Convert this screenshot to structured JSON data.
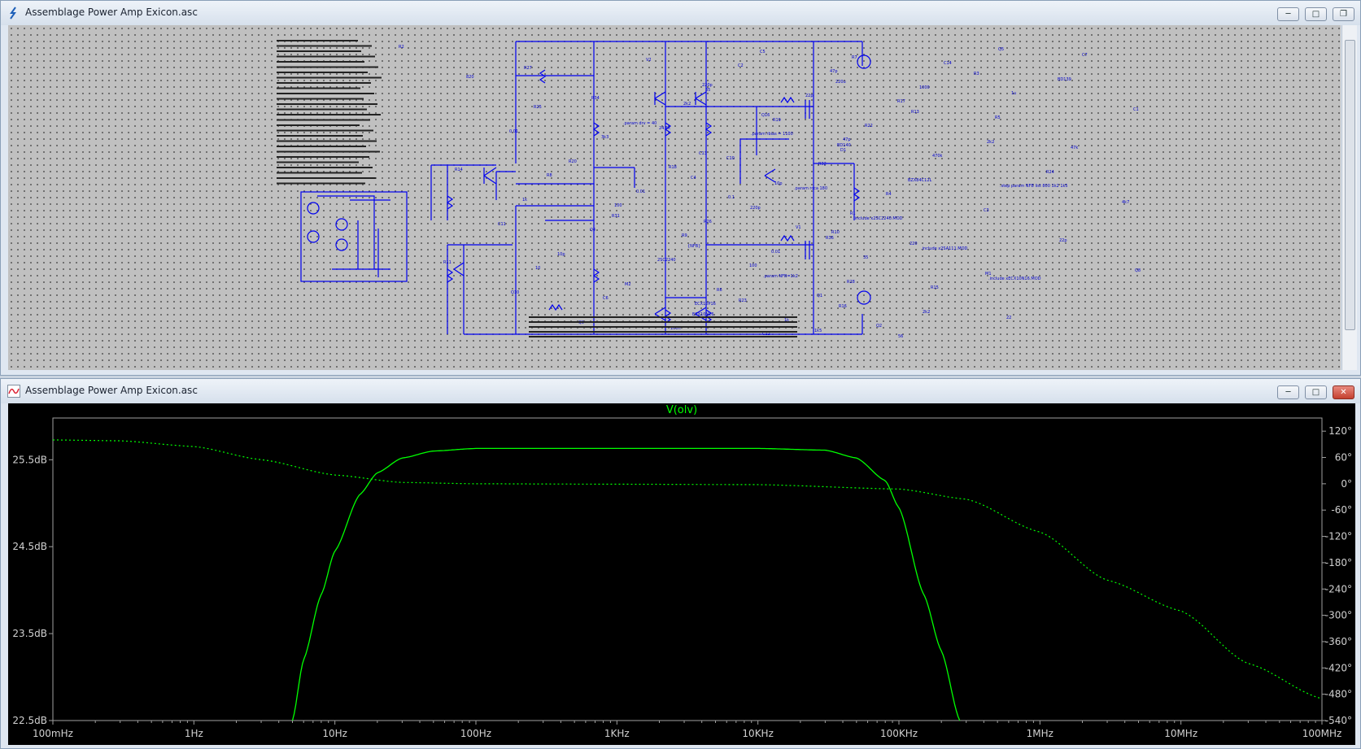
{
  "schematic_window": {
    "title": "Assemblage Power Amp Exicon.asc",
    "icon": "ltspice-schematic-icon",
    "labels": [
      "R2",
      "820",
      "R25",
      "3k3",
      "R18",
      "0.1",
      "V1",
      "35",
      "R15",
      "22",
      "C7",
      "220p",
      "Q16",
      "BD140",
      "R8",
      "100",
      "R9",
      "100",
      "Q1",
      "Q2",
      "C14",
      "1u",
      ".param drv = 40",
      "C13",
      "10p",
      "R1",
      "220",
      "M1",
      "ECX10P16",
      "C12",
      "47p",
      "R17",
      "0.01",
      "R20",
      "0.01",
      "R26",
      "0.01",
      "R28",
      "2k2",
      "Q5",
      "BD139",
      "C1",
      "47p",
      "R14",
      "1k",
      "Q4",
      "2SC2240",
      "R6",
      "1k",
      "R7",
      "1000",
      "R5",
      "47k",
      "C4",
      "220p",
      "R36",
      "10",
      "C6",
      "100n",
      "C2",
      "22p",
      "R22",
      "470k",
      ".step param NFB list 800 1k2 1k5",
      "R31",
      "{NFB}",
      ".param NFB=1k2",
      "R16",
      "56",
      "R3",
      "2k2",
      ".param rbias = 1100",
      "R32",
      "R4",
      "C11",
      "10p",
      "M2",
      "ECX10N16",
      "C5",
      "220u",
      "R13",
      "2k2",
      "R24",
      "4k7",
      "R10",
      "R11",
      "Q10",
      "Q9",
      "V2",
      "35",
      "R19",
      "D1",
      "BZX84C12L",
      "C3",
      "22p",
      "Q8",
      "R23",
      "1k5",
      "R27",
      "R34",
      "24.5k",
      "C10",
      ".param rcca 180",
      ".include x2SC2240.MOD",
      ".include x2SA111.MOD",
      ".include xECX10N16.MOD"
    ]
  },
  "plot_window": {
    "title": "Assemblage Power Amp Exicon.asc",
    "icon": "waveform-plot-icon",
    "buttons": {
      "minimize": "─",
      "maximize": "□",
      "close": "✕"
    }
  },
  "chart_data": {
    "type": "line",
    "title": "V(olv)",
    "x_scale": "log",
    "x_ticks": [
      "100mHz",
      "1Hz",
      "10Hz",
      "100Hz",
      "1KHz",
      "10KHz",
      "100KHz",
      "1MHz",
      "10MHz",
      "100MHz"
    ],
    "x_range_hz": [
      0.1,
      100000000
    ],
    "y_left_ticks": [
      "25.5dB",
      "24.5dB",
      "23.5dB",
      "22.5dB"
    ],
    "y_left_range_db": [
      22.5,
      25.98
    ],
    "y_right_ticks": [
      "120°",
      "60°",
      "0°",
      "-60°",
      "-120°",
      "-180°",
      "-240°",
      "-300°",
      "-360°",
      "-420°",
      "-480°",
      "-540°"
    ],
    "y_right_range_deg": [
      -540,
      150
    ],
    "line_color": "#00ff00",
    "series": [
      {
        "name": "magnitude",
        "style": "solid",
        "axis": "left",
        "x": [
          5,
          6,
          8,
          10,
          15,
          20,
          30,
          50,
          100,
          1000,
          10000,
          30000,
          50000,
          80000,
          100000,
          150000,
          200000,
          270000
        ],
        "y": [
          22.5,
          23.2,
          23.95,
          24.45,
          25.1,
          25.35,
          25.52,
          25.6,
          25.63,
          25.63,
          25.63,
          25.61,
          25.52,
          25.26,
          24.95,
          23.95,
          23.3,
          22.5
        ]
      },
      {
        "name": "phase",
        "style": "dotted",
        "axis": "right",
        "x": [
          0.1,
          0.3,
          1,
          3,
          10,
          30,
          100,
          1000,
          10000,
          100000,
          300000,
          1000000,
          3000000,
          10000000,
          30000000,
          100000000
        ],
        "y": [
          100,
          98,
          85,
          55,
          20,
          3,
          0,
          -1,
          -2,
          -12,
          -35,
          -110,
          -220,
          -290,
          -410,
          -490
        ]
      }
    ]
  }
}
